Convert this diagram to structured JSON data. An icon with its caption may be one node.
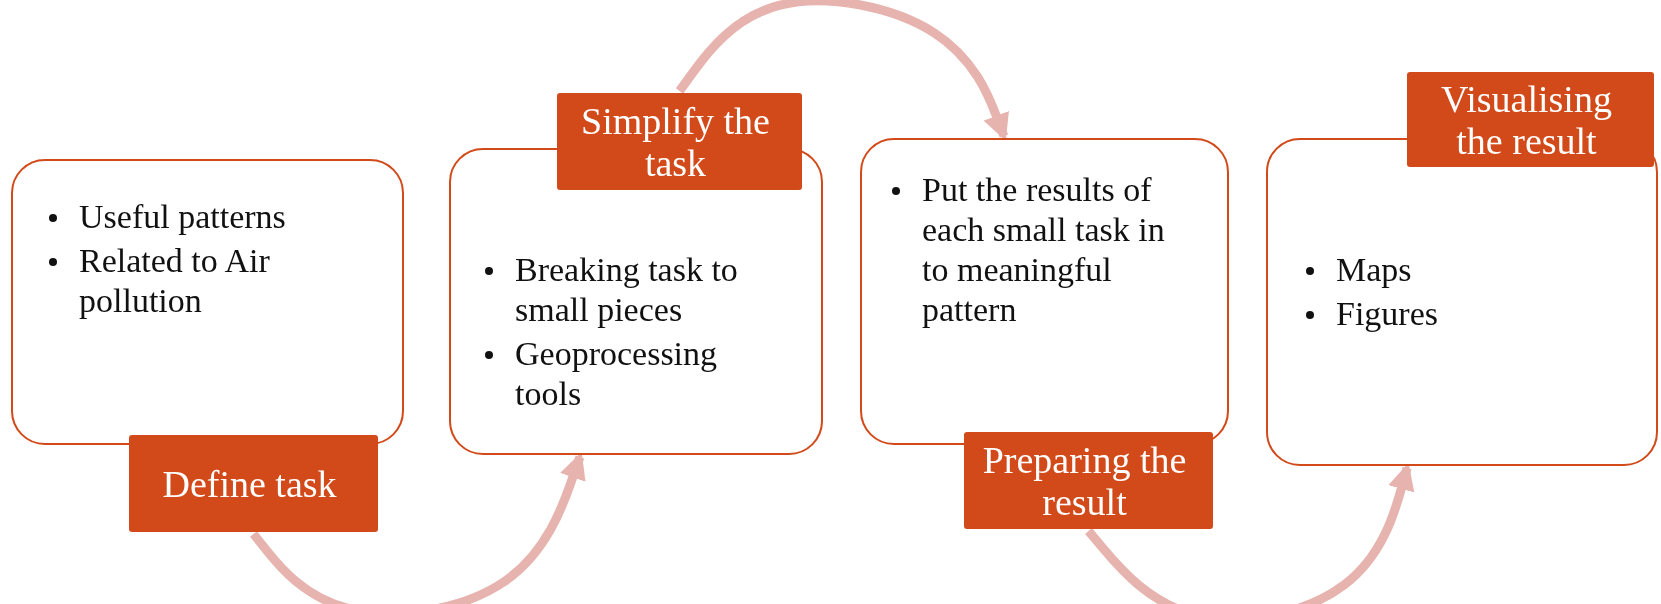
{
  "diagram": {
    "nodes": [
      {
        "text": [
          "Useful patterns",
          "Related to Air pollution"
        ]
      },
      {
        "text": [
          "Define task"
        ]
      },
      {
        "text": [
          "Breaking task to small pieces",
          "Geoprocessing tools"
        ]
      },
      {
        "text": [
          "Simplify the task"
        ]
      },
      {
        "text": [
          "Put the results of each small task  in to meaningful pattern"
        ]
      },
      {
        "text": [
          "Preparing the result"
        ]
      },
      {
        "text": [
          "Maps",
          "Figures"
        ]
      },
      {
        "text": [
          "Visualising the result"
        ]
      }
    ],
    "edges": [
      {
        "from": 1,
        "to": 2,
        "arrow": "to"
      },
      {
        "from": 3,
        "to": 4,
        "arrow": "to"
      },
      {
        "from": 5,
        "to": 6,
        "arrow": "to"
      }
    ]
  }
}
